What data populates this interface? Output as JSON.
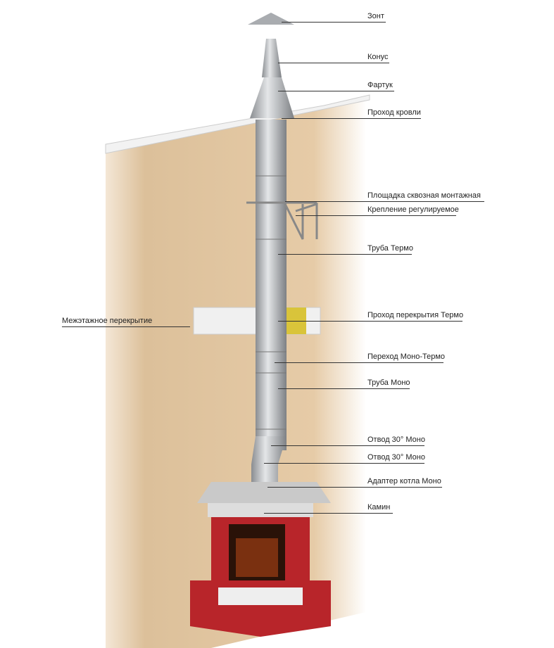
{
  "labels": {
    "umbrella": "Зонт",
    "cone": "Конус",
    "apron": "Фартук",
    "roof_pass": "Проход кровли",
    "platform": "Площадка сквозная монтажная",
    "bracket": "Крепление регулируемое",
    "thermo_pipe": "Труба Термо",
    "ceiling_pass": "Проход перекрытия Термо",
    "floor_slab": "Межэтажное перекрытие",
    "mono_thermo": "Переход Моно-Термо",
    "mono_pipe": "Труба Моно",
    "bend1": "Отвод 30° Моно",
    "bend2": "Отвод 30° Моно",
    "adapter": "Адаптер котла Моно",
    "fireplace": "Камин"
  },
  "colors": {
    "wall": "#e3c7a2",
    "brick": "#b8252a",
    "steel": "#b9bcc0"
  }
}
